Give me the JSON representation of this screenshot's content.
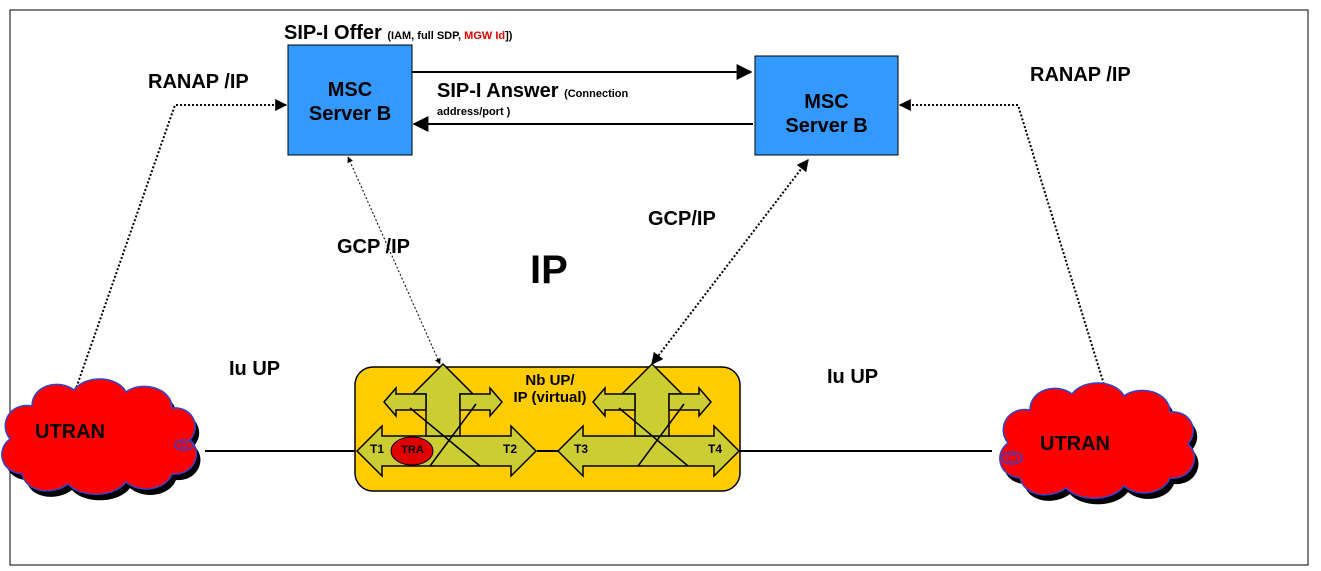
{
  "sipi_offer": {
    "main": "SIP-I Offer",
    "detail_pre": "(IAM, full SDP, ",
    "detail_mgw": "MGW Id",
    "detail_post": "])"
  },
  "sipi_answer": {
    "main": "SIP-I Answer",
    "detail_line1": "(Connection",
    "detail_line2": "address/port  )"
  },
  "ranap_left": "RANAP /IP",
  "ranap_right": "RANAP /IP",
  "msc_left": {
    "line1": "MSC",
    "line2": "Server B"
  },
  "msc_right": {
    "line1": "MSC",
    "line2": "Server B"
  },
  "gcp_left": "GCP /IP",
  "gcp_right": "GCP/IP",
  "ip_center": "IP",
  "iu_up_left": "Iu UP",
  "iu_up_right": "Iu UP",
  "nb_up": {
    "line1": "Nb UP/",
    "line2": "IP (virtual)"
  },
  "utran_left": "UTRAN",
  "utran_right": "UTRAN",
  "terminations": {
    "t1": "T1",
    "t2": "T2",
    "t3": "T3",
    "t4": "T4",
    "tra": "TRA"
  },
  "colors": {
    "msc_fill": "#3399ff",
    "mgw_fill": "#ffcc00",
    "arrow_fill": "#cccc33",
    "cloud_fill": "#ff0000",
    "cloud_edge": "#3344cc",
    "highlight": "#e00000"
  }
}
